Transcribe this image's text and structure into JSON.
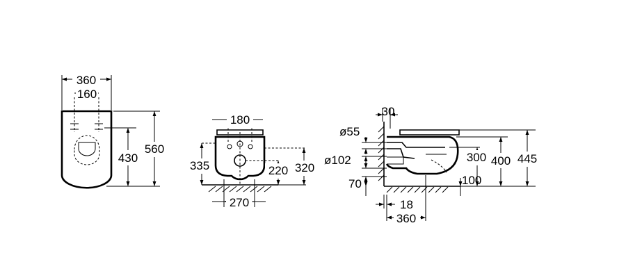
{
  "front_view": {
    "overall_width": "360",
    "fixing_spacing": "160",
    "fixing_height": "430",
    "overall_length": "560"
  },
  "rear_view": {
    "bolt_spacing": "180",
    "floor_to_fixing": "335",
    "floor_to_outlet": "220",
    "floor_to_bolts": "320",
    "base_width": "270"
  },
  "side_view": {
    "top_offset": "30",
    "inlet_diameter": "ø55",
    "outlet_diameter": "ø102",
    "outlet_height": "70",
    "seat_height_300": "300",
    "seat_height_400": "400",
    "overall_height": "445",
    "pan_clearance": "100",
    "wall_gap": "18",
    "projection": "360"
  }
}
